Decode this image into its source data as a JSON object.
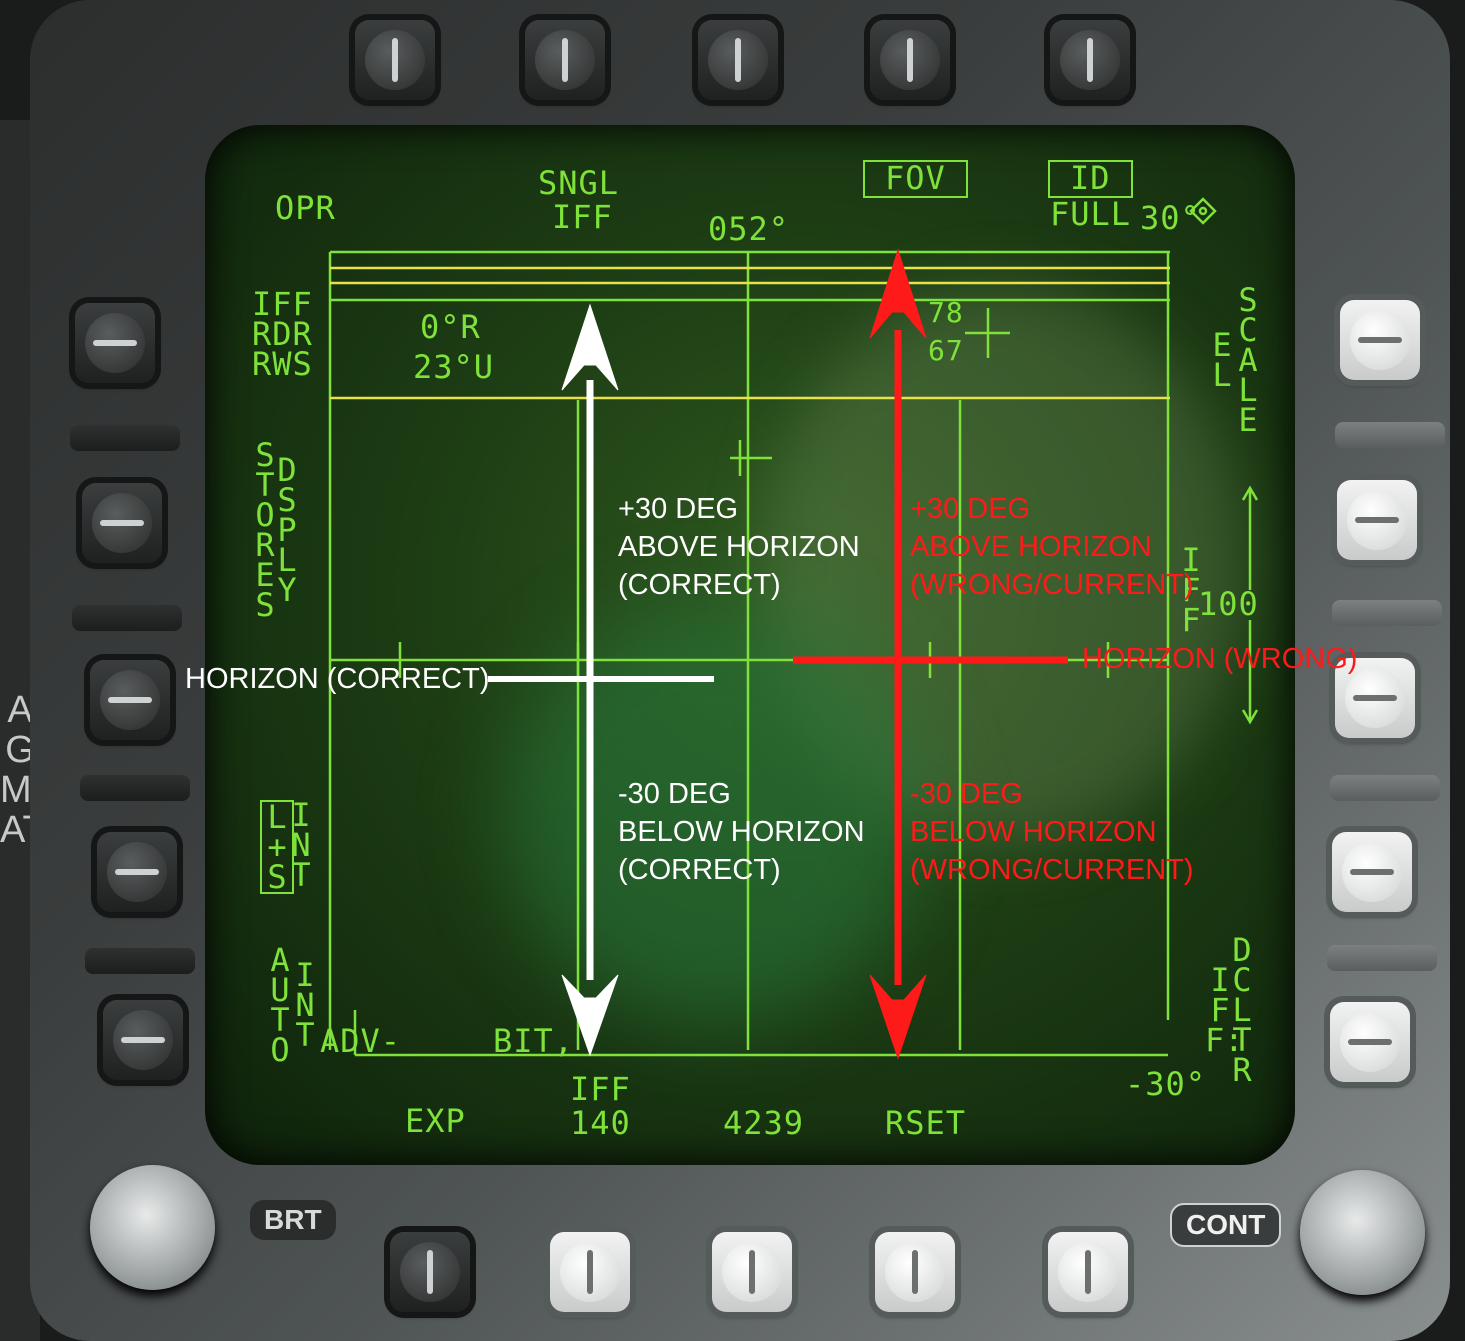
{
  "mfd": {
    "top_left": {
      "label": "OPR"
    },
    "top_mode": {
      "line1": "SNGL",
      "line2": "IFF"
    },
    "heading": "052°",
    "fov_box": "FOV",
    "id_box": "ID",
    "id_value": "FULL",
    "range_label": "30°",
    "left_block": {
      "line1": "IFF",
      "line2": "RDR",
      "line3": "RWS"
    },
    "cursor_readout": {
      "az": "0°R",
      "el": "23°U"
    },
    "target_numbers": {
      "line1": "78",
      "line2": "67"
    },
    "left_stores": {
      "col1": "STORES",
      "col2": "DSPLY"
    },
    "right_scale": {
      "col1": "EL",
      "col2": "SCALE"
    },
    "right_iff": "IFF",
    "right_range": "100",
    "left_ls": "L+S",
    "left_int": "INT",
    "left_auto": "AUTO",
    "left_auto_int": "INT",
    "right_dcltr": {
      "col1": "IFF:",
      "col2": "DCLTR"
    },
    "bottom_left_text": "ADV-",
    "bottom_bit": "BIT,",
    "bottom_el": "-30°",
    "bottom_labels": {
      "exp": "EXP",
      "iff": "IFF",
      "iff_val": "140",
      "code": "4239",
      "rset": "RSET"
    }
  },
  "annotations": {
    "white_upper": {
      "line1": "+30 DEG",
      "line2": "ABOVE HORIZON",
      "line3": "(CORRECT)"
    },
    "white_lower": {
      "line1": "-30 DEG",
      "line2": "BELOW HORIZON",
      "line3": "(CORRECT)"
    },
    "white_horizon": "HORIZON (CORRECT)",
    "red_upper": {
      "line1": "+30 DEG",
      "line2": "ABOVE HORIZON",
      "line3": "(WRONG/CURRENT)"
    },
    "red_lower": {
      "line1": "-30 DEG",
      "line2": "BELOW HORIZON",
      "line3": "(WRONG/CURRENT)"
    },
    "red_horizon": "HORIZON (WRONG)"
  },
  "panel": {
    "brt": "BRT",
    "cont": "CONT",
    "left_edge_label": "A G MASTER ATT"
  },
  "colors": {
    "mfd_green": "#7ee23a",
    "mfd_yellow": "#e8e24a",
    "annotation_white": "#ffffff",
    "annotation_red": "#ff1a1a"
  }
}
